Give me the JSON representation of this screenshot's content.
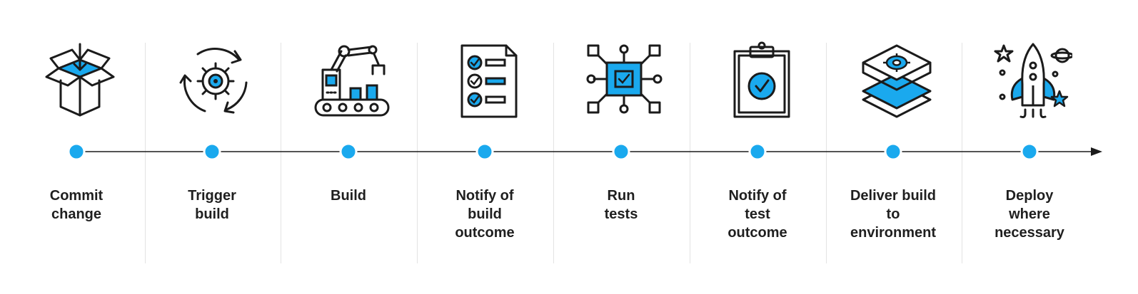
{
  "colors": {
    "accent": "#1aa9ee",
    "ink": "#1b1b1b",
    "divider": "#e3e3e3"
  },
  "stages": [
    {
      "label": "Commit\nchange",
      "icon": "box-icon"
    },
    {
      "label": "Trigger\nbuild",
      "icon": "gear-cycle-icon"
    },
    {
      "label": "Build",
      "icon": "robot-arm-icon"
    },
    {
      "label": "Notify of\nbuild\noutcome",
      "icon": "checklist-icon"
    },
    {
      "label": "Run\ntests",
      "icon": "chip-icon"
    },
    {
      "label": "Notify of\ntest\noutcome",
      "icon": "clipboard-check-icon"
    },
    {
      "label": "Deliver build\nto\nenvironment",
      "icon": "layers-gear-icon"
    },
    {
      "label": "Deploy\nwhere\nnecessary",
      "icon": "rocket-icon"
    }
  ]
}
